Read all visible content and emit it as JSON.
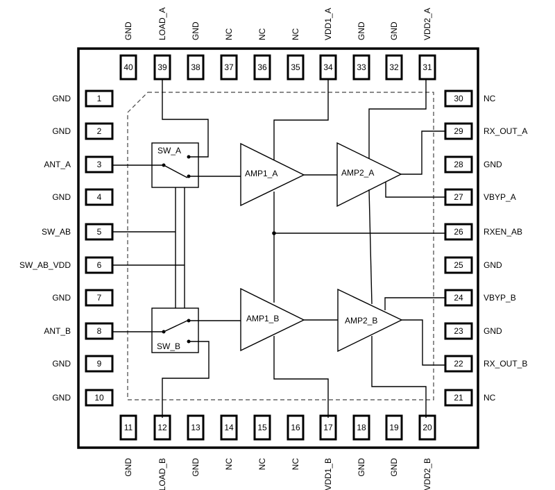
{
  "pins": {
    "top": [
      {
        "num": "40",
        "label": "GND"
      },
      {
        "num": "39",
        "label": "LOAD_A"
      },
      {
        "num": "38",
        "label": "GND"
      },
      {
        "num": "37",
        "label": "NC"
      },
      {
        "num": "36",
        "label": "NC"
      },
      {
        "num": "35",
        "label": "NC"
      },
      {
        "num": "34",
        "label": "VDD1_A"
      },
      {
        "num": "33",
        "label": "GND"
      },
      {
        "num": "32",
        "label": "GND"
      },
      {
        "num": "31",
        "label": "VDD2_A"
      }
    ],
    "bottom": [
      {
        "num": "11",
        "label": "GND"
      },
      {
        "num": "12",
        "label": "LOAD_B"
      },
      {
        "num": "13",
        "label": "GND"
      },
      {
        "num": "14",
        "label": "NC"
      },
      {
        "num": "15",
        "label": "NC"
      },
      {
        "num": "16",
        "label": "NC"
      },
      {
        "num": "17",
        "label": "VDD1_B"
      },
      {
        "num": "18",
        "label": "GND"
      },
      {
        "num": "19",
        "label": "GND"
      },
      {
        "num": "20",
        "label": "VDD2_B"
      }
    ],
    "left": [
      {
        "num": "1",
        "label": "GND"
      },
      {
        "num": "2",
        "label": "GND"
      },
      {
        "num": "3",
        "label": "ANT_A"
      },
      {
        "num": "4",
        "label": "GND"
      },
      {
        "num": "5",
        "label": "SW_AB"
      },
      {
        "num": "6",
        "label": "SW_AB_VDD"
      },
      {
        "num": "7",
        "label": "GND"
      },
      {
        "num": "8",
        "label": "ANT_B"
      },
      {
        "num": "9",
        "label": "GND"
      },
      {
        "num": "10",
        "label": "GND"
      }
    ],
    "right": [
      {
        "num": "30",
        "label": "NC"
      },
      {
        "num": "29",
        "label": "RX_OUT_A"
      },
      {
        "num": "28",
        "label": "GND"
      },
      {
        "num": "27",
        "label": "VBYP_A"
      },
      {
        "num": "26",
        "label": "RXEN_AB"
      },
      {
        "num": "25",
        "label": "GND"
      },
      {
        "num": "24",
        "label": "VBYP_B"
      },
      {
        "num": "23",
        "label": "GND"
      },
      {
        "num": "22",
        "label": "RX_OUT_B"
      },
      {
        "num": "21",
        "label": "NC"
      }
    ]
  },
  "blocks": {
    "sw_a": "SW_A",
    "sw_b": "SW_B",
    "amp1_a": "AMP1_A",
    "amp2_a": "AMP2_A",
    "amp1_b": "AMP1_B",
    "amp2_b": "AMP2_B"
  },
  "colors": {
    "line": "#000000",
    "background": "#ffffff",
    "dashed_outline": "#444444"
  }
}
